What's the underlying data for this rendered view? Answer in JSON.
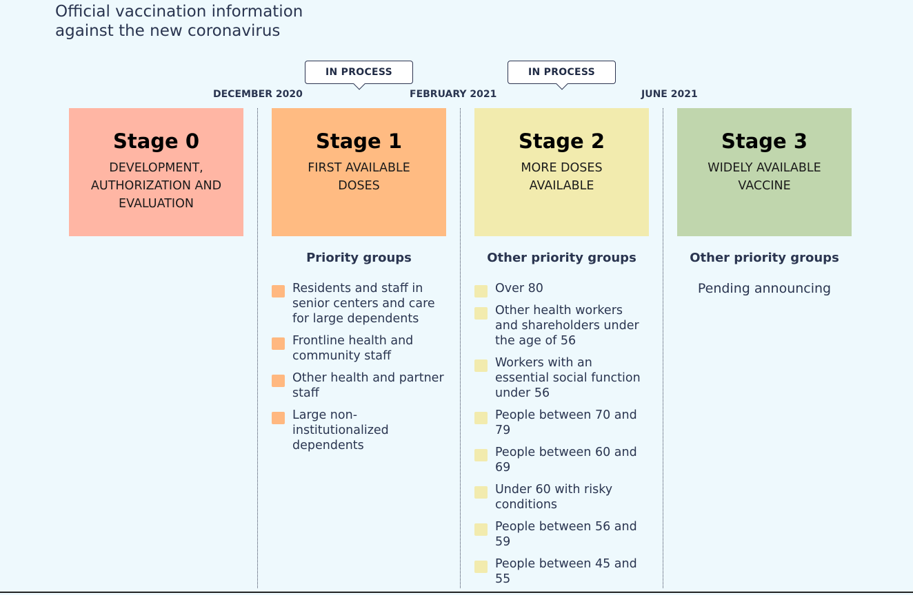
{
  "title_lines": [
    "Official vaccination information",
    "against the new coronavirus"
  ],
  "badges": [
    {
      "label": "IN PROCESS"
    },
    {
      "label": "IN PROCESS"
    }
  ],
  "dates": [
    "DECEMBER 2020",
    "FEBRUARY 2021",
    "JUNE 2021"
  ],
  "stages": [
    {
      "title": "Stage 0",
      "subtitle": "DEVELOPMENT, AUTHORIZATION AND EVALUATION",
      "color": "#ffb6a4"
    },
    {
      "title": "Stage 1",
      "subtitle": "FIRST AVAILABLE DOSES",
      "color": "#ffbb82",
      "group_heading": "Priority groups",
      "swatch_color": "#ffb880",
      "groups": [
        "Residents and staff in senior centers and care for large dependents",
        "Frontline health and community staff",
        "Other health and partner staff",
        "Large non-institutionalized dependents"
      ]
    },
    {
      "title": "Stage 2",
      "subtitle": "MORE DOSES AVAILABLE",
      "color": "#f2ebae",
      "group_heading": "Other priority groups",
      "swatch_color": "#f2ebae",
      "groups": [
        "Over 80",
        "Other health workers and shareholders under the age of 56",
        "Workers with an essential social function under 56",
        "People between 70 and 79",
        "People between 60 and 69",
        "Under 60 with risky conditions",
        "People between 56 and 59",
        "People between 45 and 55"
      ]
    },
    {
      "title": "Stage 3",
      "subtitle": "WIDELY AVAILABLE VACCINE",
      "color": "#c0d6ad",
      "group_heading": "Other priority groups",
      "pending_text": "Pending announcing"
    }
  ]
}
